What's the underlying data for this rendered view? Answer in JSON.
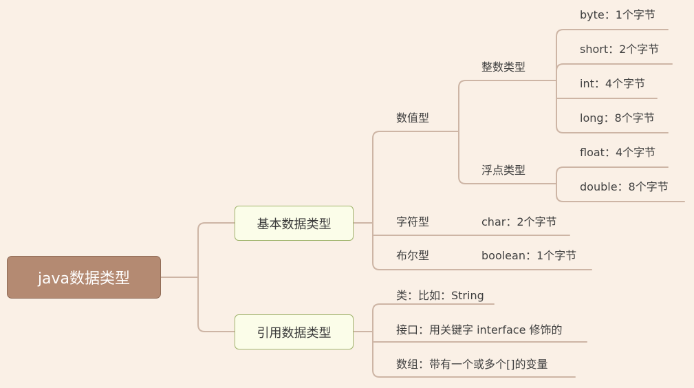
{
  "root": "java数据类型",
  "basic": {
    "title": "基本数据类型",
    "numeric": {
      "title": "数值型",
      "integer": {
        "title": "整数类型",
        "items": [
          "byte：1个字节",
          "short：2个字节",
          "int：4个字节",
          "long：8个字节"
        ]
      },
      "float": {
        "title": "浮点类型",
        "items": [
          "float：4个字节",
          "double：8个字节"
        ]
      }
    },
    "char": {
      "title": "字符型",
      "detail": "char：2个字节"
    },
    "bool": {
      "title": "布尔型",
      "detail": "boolean：1个字节"
    }
  },
  "reference": {
    "title": "引用数据类型",
    "items": [
      "类：比如：String",
      "接口：用关键字 interface 修饰的",
      "数组：带有一个或多个[]的变量"
    ]
  },
  "colors": {
    "background": "#faf0e6",
    "root": "#b48a72",
    "branch_fill": "#fbfde9",
    "branch_border": "#9fb36b",
    "line": "#cdb5a5"
  }
}
